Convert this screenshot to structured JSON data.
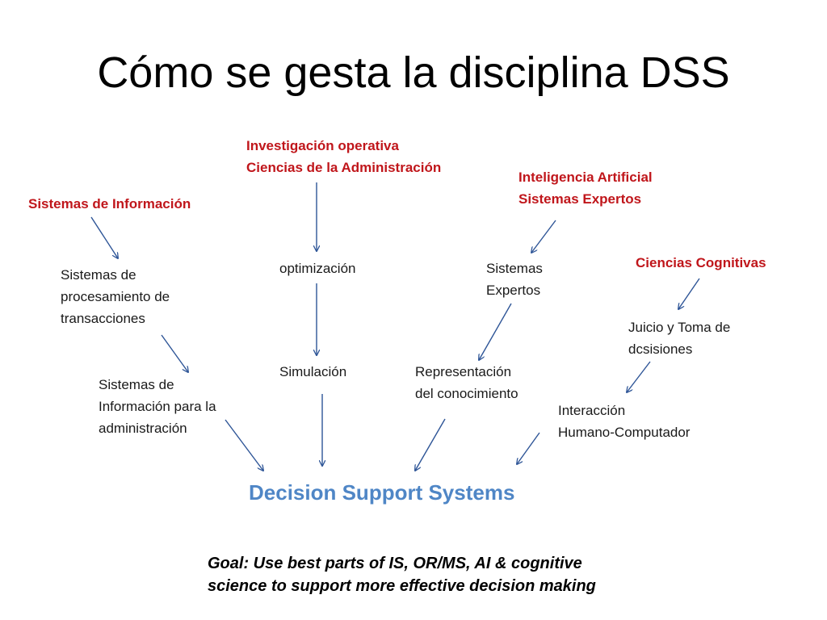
{
  "slide": {
    "title": "Cómo se gesta la disciplina DSS"
  },
  "sources": {
    "operativa": "Investigación operativa\nCiencias de la Administración",
    "informacion": "Sistemas de Información",
    "ia": "Inteligencia Artificial\nSistemas Expertos",
    "cognitivas": "Ciencias Cognitivas"
  },
  "nodes": {
    "procesamiento": "Sistemas de\nprocesamiento de\ntransacciones",
    "optimizacion": "optimización",
    "sistemas_expertos": "Sistemas\nExpertos",
    "juicio": "Juicio y Toma de\ndcsisiones",
    "informacion_admin": "Sistemas de\nInformación para la\nadministración",
    "simulacion": "Simulación",
    "representacion": "Representación\ndel conocimiento",
    "interaccion": "Interacción\nHumano-Computador"
  },
  "target": {
    "label": "Decision Support Systems"
  },
  "goal": {
    "text": "Goal: Use best parts of IS, OR/MS, AI & cognitive\nscience to support more effective decision making"
  },
  "colors": {
    "source_red": "#c0161b",
    "dss_blue": "#4f86c6",
    "arrow_blue": "#2e5597"
  }
}
